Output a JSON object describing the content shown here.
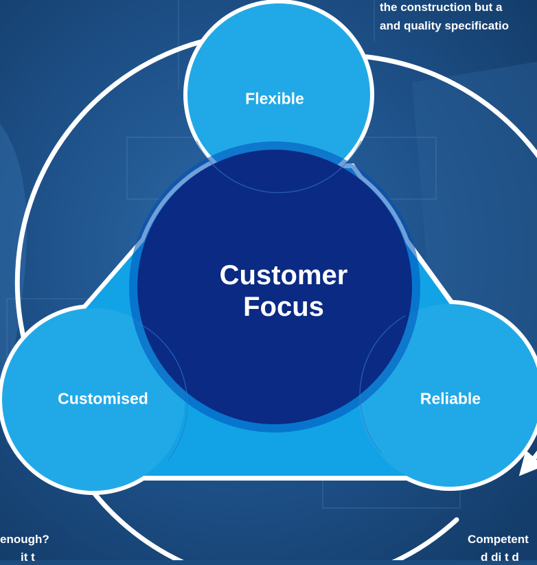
{
  "center": {
    "line1": "Customer",
    "line2": "Focus"
  },
  "petals": {
    "top": "Flexible",
    "left": "Customised",
    "right": "Reliable"
  },
  "background_text": {
    "top_right_line1": "the construction but a",
    "top_right_line2": "and quality specificatio",
    "bottom_left_line1": "enough?",
    "bottom_left_line2": "it t",
    "bottom_right_line1": "Competent",
    "bottom_right_line2": "d di t d"
  },
  "colors": {
    "background": "#1a4c80",
    "petal": "#11a3e6",
    "petal_overlap": "#3aa9dc",
    "center": "#0a2a84",
    "center_ring": "#0050b8",
    "arrow": "#ffffff"
  }
}
